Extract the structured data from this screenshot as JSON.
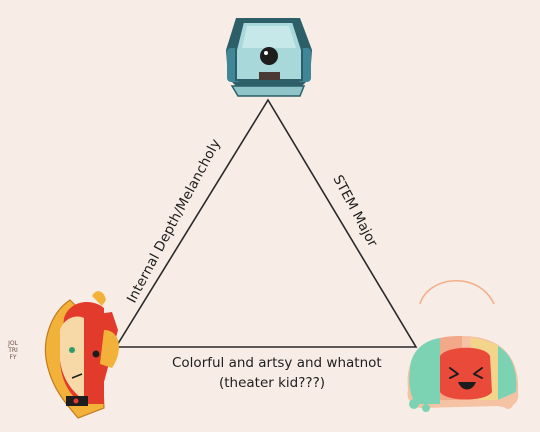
{
  "diagram": {
    "edges": {
      "left": "Internal Depth/Melancholy",
      "right": "STEM Major",
      "bottom_line1": "Colorful and artsy and whatnot",
      "bottom_line2": "(theater kid???)"
    },
    "characters": {
      "top": "tv-headed-robot",
      "left": "red-yellow-masked-character",
      "right": "rainbow-haired-smiling-character"
    },
    "signature": "JOLTRIFY"
  },
  "colors": {
    "background": "#f7ece6",
    "line": "#2a2a2a",
    "robot_teal": "#a8d8da",
    "robot_dark": "#2c5f68",
    "red": "#e23b2c",
    "yellow": "#f2b23a",
    "rainbow_peach": "#f6c2a4",
    "rainbow_mint": "#7cd3b4"
  }
}
